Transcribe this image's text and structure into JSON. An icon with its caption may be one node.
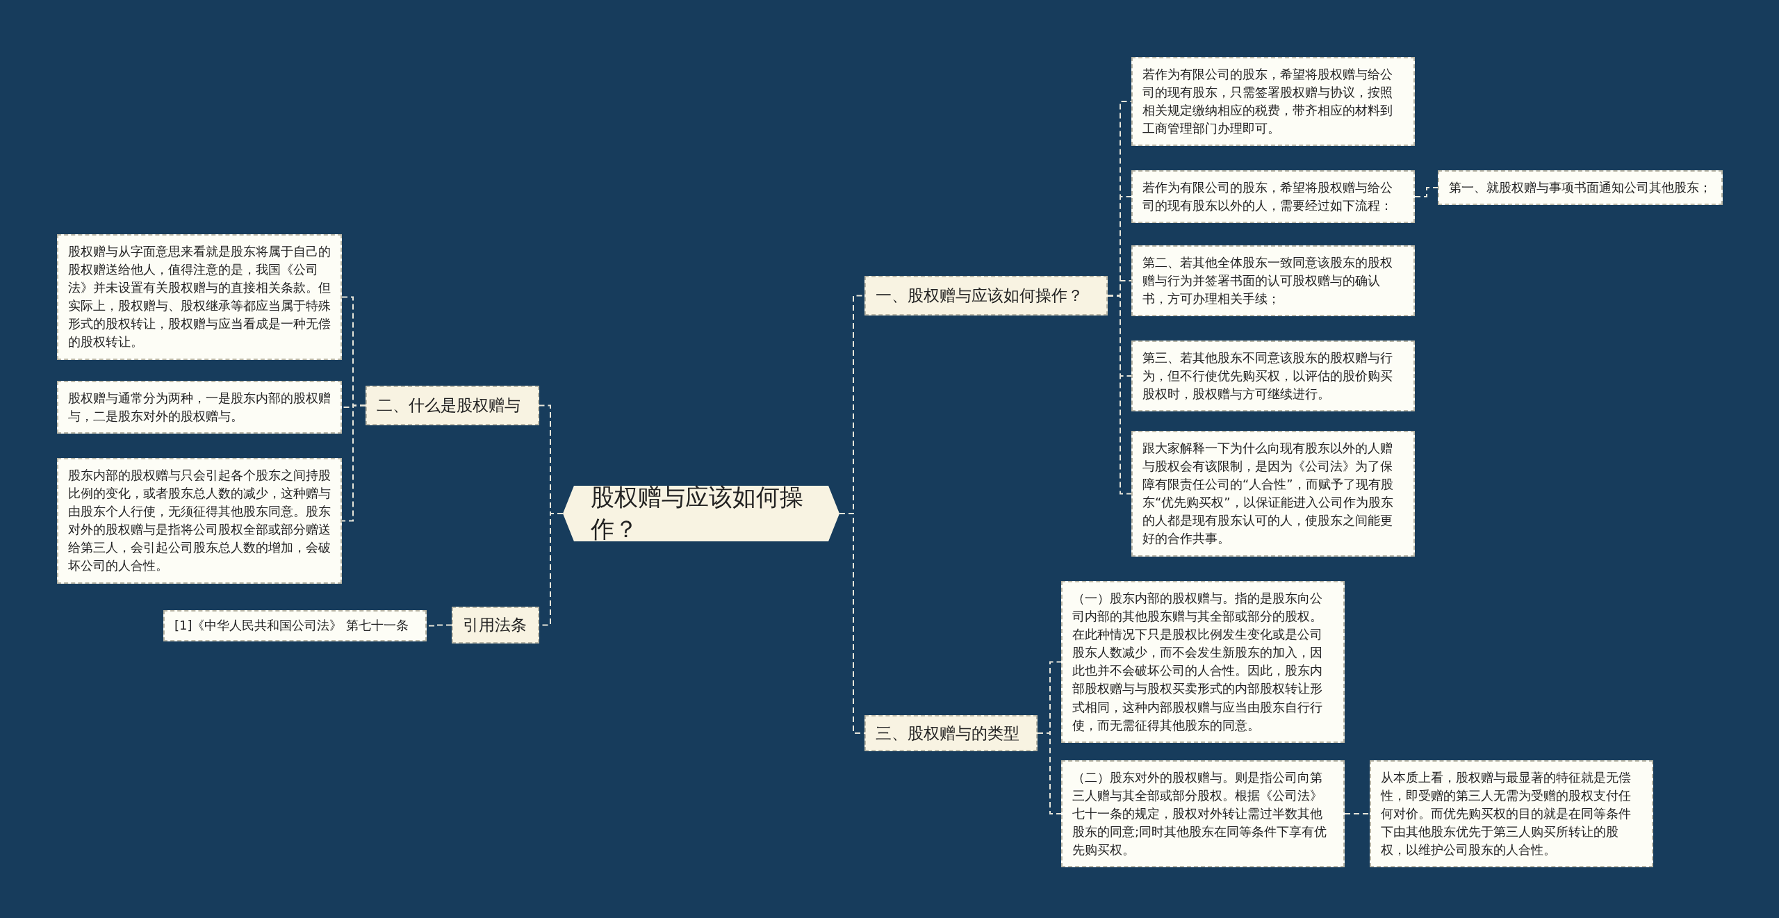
{
  "diagram": {
    "nodes": [
      {
        "text": [
          "股权赠与应该如何操作？"
        ]
      },
      {
        "text": [
          "一、股权赠与应该如何操作？"
        ]
      },
      {
        "text": [
          "若作为有限公司的股东，希望将股权赠与给公司的现有股东，只需签署股权赠与协议，按照相关规定缴纳相应的税费，带齐相应的材料到工商管理部门办理即可。"
        ]
      },
      {
        "text": [
          "若作为有限公司的股东，希望将股权赠与给公司的现有股东以外的人，需要经过如下流程："
        ]
      },
      {
        "text": [
          "第一、就股权赠与事项书面通知公司其他股东；"
        ]
      },
      {
        "text": [
          "第二、若其他全体股东一致同意该股东的股权赠与行为并签署书面的认可股权赠与的确认书，方可办理相关手续；"
        ]
      },
      {
        "text": [
          "第三、若其他股东不同意该股东的股权赠与行为，但不行使优先购买权，以评估的股价购买股权时，股权赠与方可继续进行。"
        ]
      },
      {
        "text": [
          "跟大家解释一下为什么向现有股东以外的人赠与股权会有该限制，是因为《公司法》为了保障有限责任公司的“人合性”，而赋予了现有股东“优先购买权”，以保证能进入公司作为股东的人都是现有股东认可的人，使股东之间能更好的合作共事。"
        ]
      },
      {
        "text": [
          "三、股权赠与的类型"
        ]
      },
      {
        "text": [
          "（一）股东内部的股权赠与。指的是股东向公司内部的其他股东赠与其全部或部分的股权。在此种情况下只是股权比例发生变化或是公司股东人数减少，而不会发生新股东的加入，因此也并不会破坏公司的人合性。因此，股东内部股权赠与与股权买卖形式的内部股权转让形式相同，这种内部股权赠与应当由股东自行行使，而无需征得其他股东的同意。"
        ]
      },
      {
        "text": [
          "（二）股东对外的股权赠与。则是指公司向第三人赠与其全部或部分股权。根据《公司法》七十一条的规定，股权对外转让需过半数其他股东的同意;同时其他股东在同等条件下享有优先购买权。"
        ]
      },
      {
        "text": [
          "从本质上看，股权赠与最显著的特征就是无偿性，即受赠的第三人无需为受赠的股权支付任何对价。而优先购买权的目的就是在同等条件下由其他股东优先于第三人购买所转让的股权，以维护公司股东的人合性。"
        ]
      },
      {
        "text": [
          "二、什么是股权赠与"
        ]
      },
      {
        "text": [
          "股权赠与从字面意思来看就是股东将属于自己的股权赠送给他人，值得注意的是，我国《公司法》并未设置有关股权赠与的直接相关条款。但实际上，股权赠与、股权继承等都应当属于特殊形式的股权转让，股权赠与应当看成是一种无偿的股权转让。"
        ]
      },
      {
        "text": [
          "股权赠与通常分为两种，一是股东内部的股权赠与，二是股东对外的股权赠与。"
        ]
      },
      {
        "text": [
          "股东内部的股权赠与只会引起各个股东之间持股比例的变化，或者股东总人数的减少，这种赠与由股东个人行使，无须征得其他股东同意。股东对外的股权赠与是指将公司股权全部或部分赠送给第三人，会引起公司股东总人数的增加，会破坏公司的人合性。"
        ]
      },
      {
        "text": [
          "引用法条"
        ]
      },
      {
        "text": [
          "[1]《中华人民共和国公司法》 第七十一条"
        ]
      }
    ],
    "edges": [
      {
        "from": 0,
        "to": 1,
        "arrow": "none"
      },
      {
        "from": 1,
        "to": 2,
        "arrow": "none"
      },
      {
        "from": 1,
        "to": 3,
        "arrow": "none"
      },
      {
        "from": 3,
        "to": 4,
        "arrow": "none"
      },
      {
        "from": 1,
        "to": 5,
        "arrow": "none"
      },
      {
        "from": 1,
        "to": 6,
        "arrow": "none"
      },
      {
        "from": 1,
        "to": 7,
        "arrow": "none"
      },
      {
        "from": 0,
        "to": 8,
        "arrow": "none"
      },
      {
        "from": 8,
        "to": 9,
        "arrow": "none"
      },
      {
        "from": 8,
        "to": 10,
        "arrow": "none"
      },
      {
        "from": 10,
        "to": 11,
        "arrow": "none"
      },
      {
        "from": 0,
        "to": 12,
        "arrow": "none"
      },
      {
        "from": 12,
        "to": 13,
        "arrow": "none"
      },
      {
        "from": 12,
        "to": 14,
        "arrow": "none"
      },
      {
        "from": 12,
        "to": 15,
        "arrow": "none"
      },
      {
        "from": 0,
        "to": 16,
        "arrow": "none"
      },
      {
        "from": 16,
        "to": 17,
        "arrow": "none"
      }
    ]
  }
}
